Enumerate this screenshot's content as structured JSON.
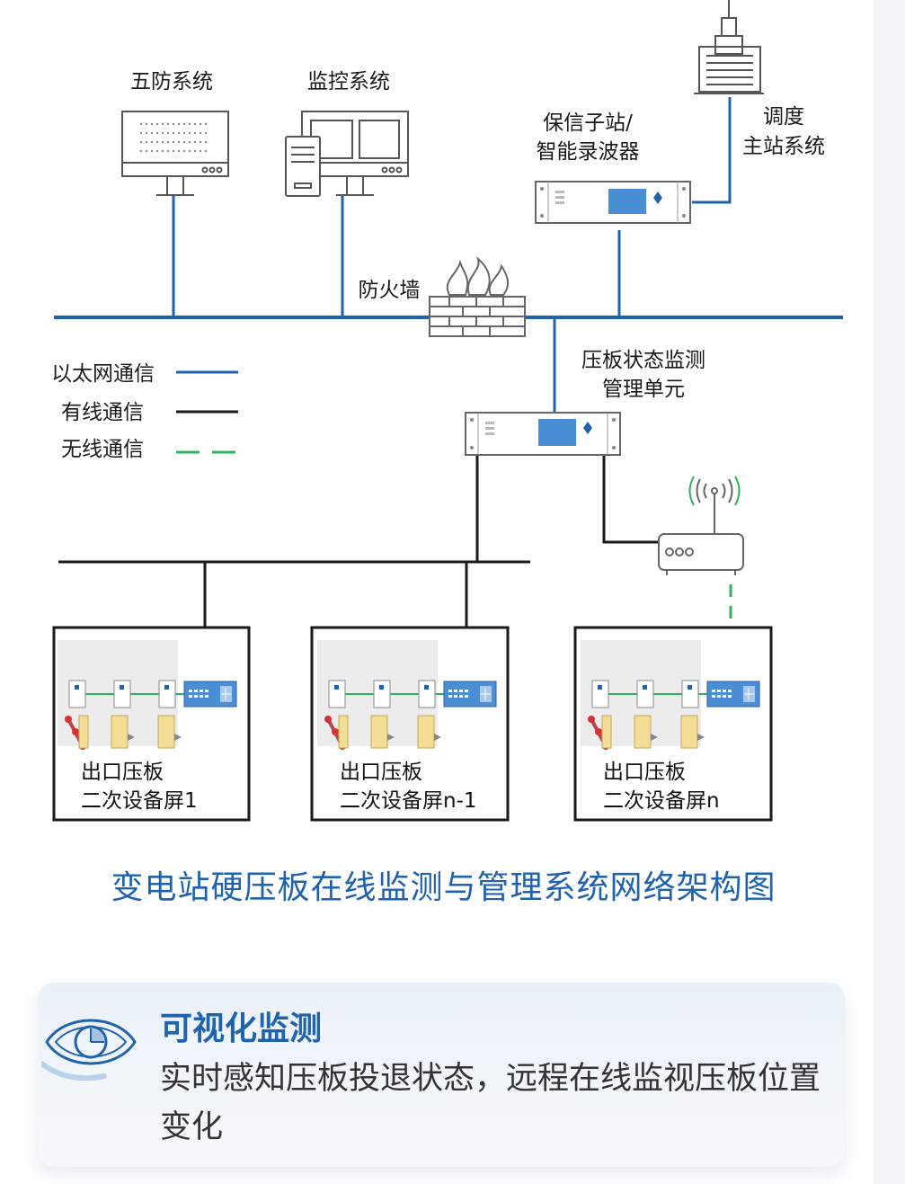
{
  "diagram": {
    "labels": {
      "wufang": "五防系统",
      "jiankong": "监控系统",
      "baoxin_line1": "保信子站/",
      "baoxin_line2": "智能录波器",
      "diaodu_line1": "调度",
      "diaodu_line2": "主站系统",
      "firewall": "防火墙",
      "mgmt_line1": "压板状态监测",
      "mgmt_line2": "管理单元"
    },
    "legend": [
      {
        "label": "以太网通信",
        "color": "#1f63ad",
        "style": "solid"
      },
      {
        "label": "有线通信",
        "color": "#1a1a1a",
        "style": "solid"
      },
      {
        "label": "无线通信",
        "color": "#2db35d",
        "style": "dashed"
      }
    ],
    "panels": [
      {
        "line1": "出口压板",
        "line2": "二次设备屏1"
      },
      {
        "line1": "出口压板",
        "line2": "二次设备屏n-1"
      },
      {
        "line1": "出口压板",
        "line2": "二次设备屏n"
      }
    ],
    "colors": {
      "ethernet": "#1f63ad",
      "wired": "#1a1a1a",
      "wireless": "#2db35d",
      "screen": "#4a8ed6",
      "plate": "#f3dc95"
    }
  },
  "caption": "变电站硬压板在线监测与管理系统网络架构图",
  "feature": {
    "icon": "eye-icon",
    "title": "可视化监测",
    "description": "实时感知压板投退状态，远程在线监视压板位置变化"
  }
}
